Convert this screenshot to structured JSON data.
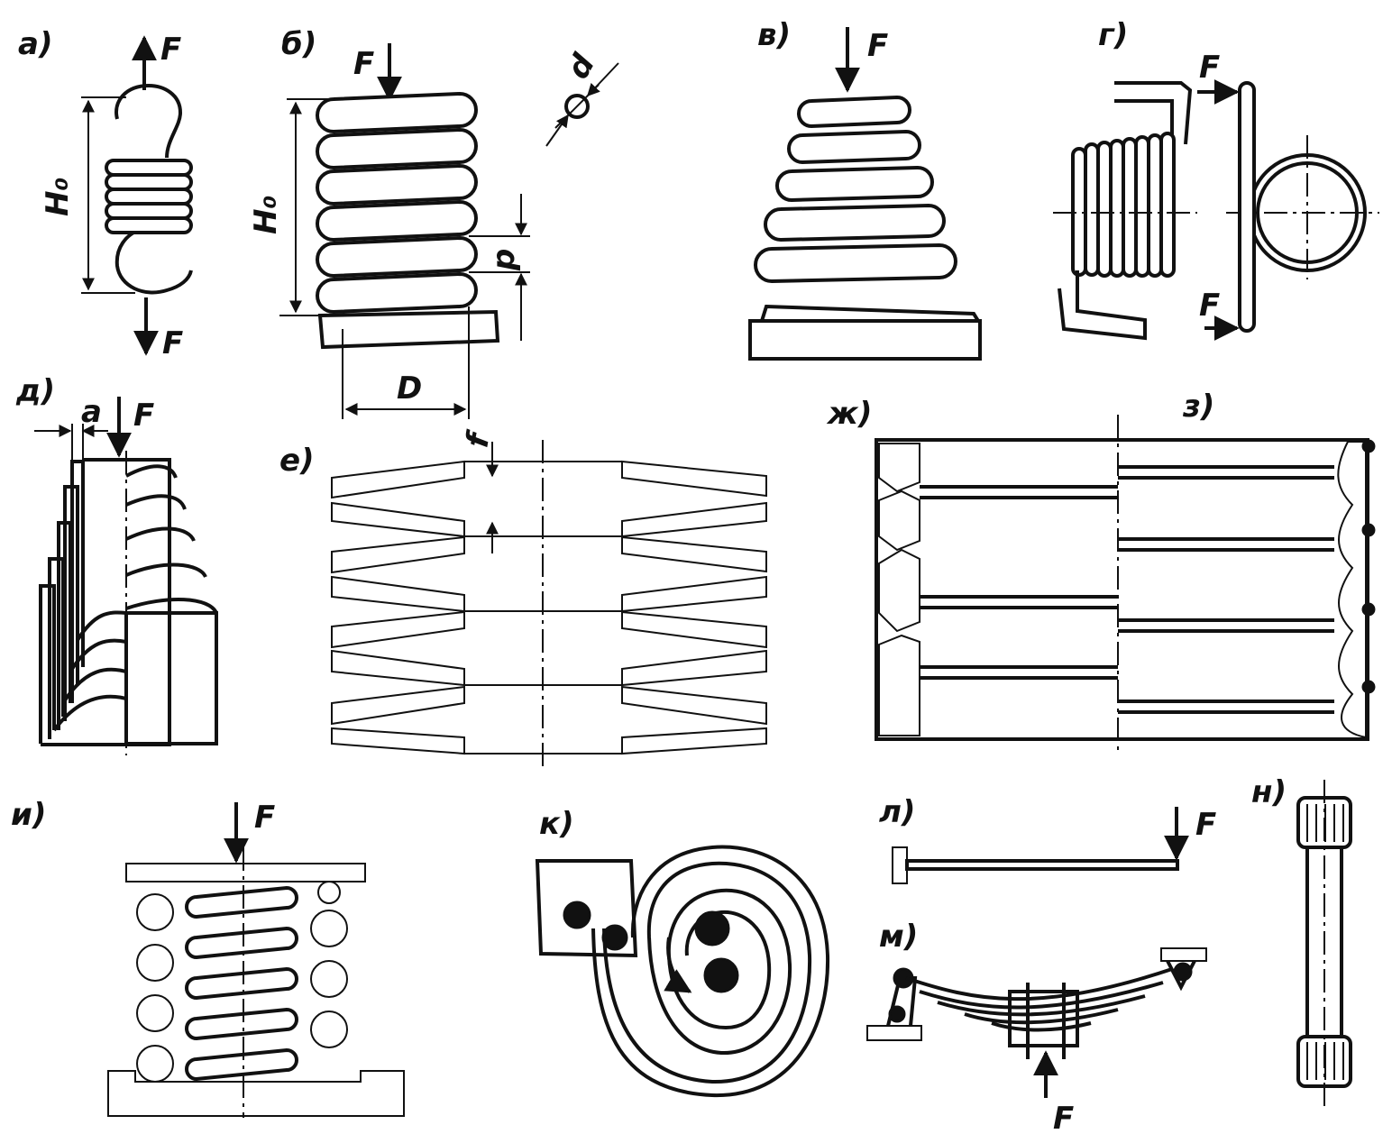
{
  "panels": {
    "a": {
      "label": "а)",
      "force": "F",
      "height": "H₀"
    },
    "b": {
      "label": "б)",
      "force": "F",
      "height": "H₀",
      "pitch": "p",
      "diameter": "D",
      "wire": "d"
    },
    "v": {
      "label": "в)",
      "force": "F"
    },
    "g": {
      "label": "г)",
      "force": "F"
    },
    "d": {
      "label": "д)",
      "gap": "a",
      "force": "F"
    },
    "e": {
      "label": "е)",
      "deflection": "f"
    },
    "zh": {
      "label": "ж)"
    },
    "z": {
      "label": "з)"
    },
    "i": {
      "label": "и)",
      "force": "F"
    },
    "k": {
      "label": "к)"
    },
    "l": {
      "label": "л)",
      "force": "F"
    },
    "m": {
      "label": "м)",
      "force": "F"
    },
    "n": {
      "label": "н)"
    }
  }
}
